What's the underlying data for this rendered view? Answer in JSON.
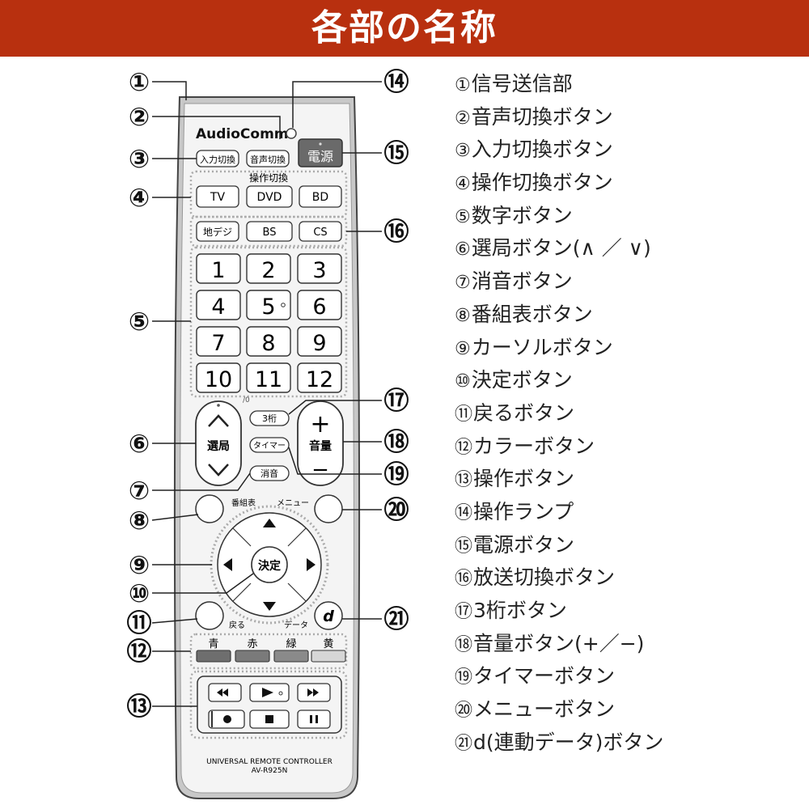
{
  "header": {
    "title": "各部の名称"
  },
  "remote": {
    "brand": "AudioComm",
    "model_line1": "UNIVERSAL REMOTE CONTROLLER",
    "model_line2": "AV-R925N",
    "labels": {
      "input": "入力切換",
      "audio": "音声切換",
      "power": "電源",
      "op_switch": "操作切換",
      "tv": "TV",
      "dvd": "DVD",
      "bd": "BD",
      "digi": "地デジ",
      "bs": "BS",
      "cs": "CS",
      "digits": [
        "1",
        "2",
        "3",
        "4",
        "5",
        "6",
        "7",
        "8",
        "9",
        "10",
        "11",
        "12"
      ],
      "ch": "選局",
      "tri": "3桁",
      "timer": "タイマー",
      "mute": "消音",
      "vol": "音量",
      "vol_plus": "+",
      "vol_minus": "−",
      "guide": "番組表",
      "menu": "メニュー",
      "enter": "決定",
      "back": "戻る",
      "data": "データ",
      "d": "d",
      "colors": [
        "青",
        "赤",
        "緑",
        "黄"
      ],
      "zero_mark": "/0"
    },
    "color_keys": [
      "#6e6e6e",
      "#7a7a7a",
      "#8a8a8a",
      "#d6d6d6"
    ]
  },
  "callouts": [
    "①",
    "②",
    "③",
    "④",
    "⑤",
    "⑥",
    "⑦",
    "⑧",
    "⑨",
    "⑩",
    "⑪",
    "⑫",
    "⑬",
    "⑭",
    "⑮",
    "⑯",
    "⑰",
    "⑱",
    "⑲",
    "⑳",
    "㉑"
  ],
  "parts": [
    {
      "num": "①",
      "name": "信号送信部"
    },
    {
      "num": "②",
      "name": "音声切換ボタン"
    },
    {
      "num": "③",
      "name": "入力切換ボタン"
    },
    {
      "num": "④",
      "name": "操作切換ボタン"
    },
    {
      "num": "⑤",
      "name": "数字ボタン"
    },
    {
      "num": "⑥",
      "name": "選局ボタン(∧ ／ ∨)"
    },
    {
      "num": "⑦",
      "name": "消音ボタン"
    },
    {
      "num": "⑧",
      "name": "番組表ボタン"
    },
    {
      "num": "⑨",
      "name": "カーソルボタン"
    },
    {
      "num": "⑩",
      "name": "決定ボタン"
    },
    {
      "num": "⑪",
      "name": "戻るボタン"
    },
    {
      "num": "⑫",
      "name": "カラーボタン"
    },
    {
      "num": "⑬",
      "name": "操作ボタン"
    },
    {
      "num": "⑭",
      "name": "操作ランプ"
    },
    {
      "num": "⑮",
      "name": "電源ボタン"
    },
    {
      "num": "⑯",
      "name": "放送切換ボタン"
    },
    {
      "num": "⑰",
      "name": "3桁ボタン"
    },
    {
      "num": "⑱",
      "name": "音量ボタン(+／−)"
    },
    {
      "num": "⑲",
      "name": "タイマーボタン"
    },
    {
      "num": "⑳",
      "name": "メニューボタン"
    },
    {
      "num": "㉑",
      "name": "d(連動データ)ボタン"
    }
  ]
}
